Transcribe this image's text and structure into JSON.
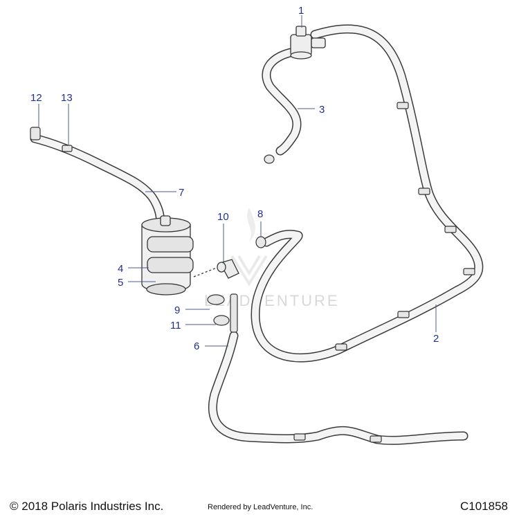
{
  "callouts": {
    "c1": "1",
    "c2": "2",
    "c3": "3",
    "c4": "4",
    "c5": "5",
    "c6": "6",
    "c7": "7",
    "c8": "8",
    "c9": "9",
    "c10": "10",
    "c11": "11",
    "c12": "12",
    "c13": "13"
  },
  "watermark": "LEADVENTURE",
  "footer": {
    "copyright": "© 2018 Polaris Industries Inc.",
    "rendered": "Rendered by LeadVenture, Inc.",
    "doc_number": "C101858"
  },
  "colors": {
    "callout": "#1f2f8f",
    "line": "#3a3a3a"
  }
}
